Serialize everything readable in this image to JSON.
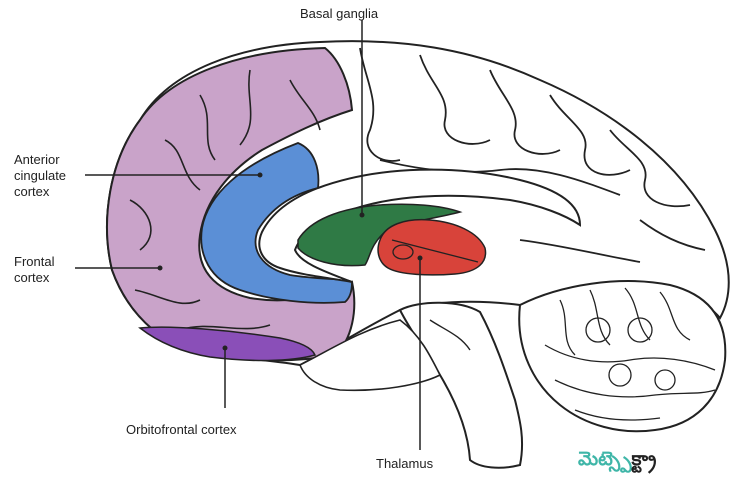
{
  "labels": {
    "basal_ganglia": "Basal ganglia",
    "anterior_cingulate_line1": "Anterior",
    "anterior_cingulate_line2": "cingulate",
    "anterior_cingulate_line3": "cortex",
    "frontal_line1": "Frontal",
    "frontal_line2": "cortex",
    "orbitofrontal": "Orbitofrontal cortex",
    "thalamus": "Thalamus"
  },
  "watermark": {
    "part1": "మెట్",
    "part2": "స్పెక్ట్రా"
  },
  "colors": {
    "frontal_cortex": "#c9a3c9",
    "anterior_cingulate": "#5b8fd6",
    "orbitofrontal": "#8a4fb8",
    "basal_ganglia": "#2f7a45",
    "thalamus": "#d8433a",
    "outline": "#222222",
    "watermark_part1": "#3fb6a8",
    "watermark_part2": "#222222"
  }
}
